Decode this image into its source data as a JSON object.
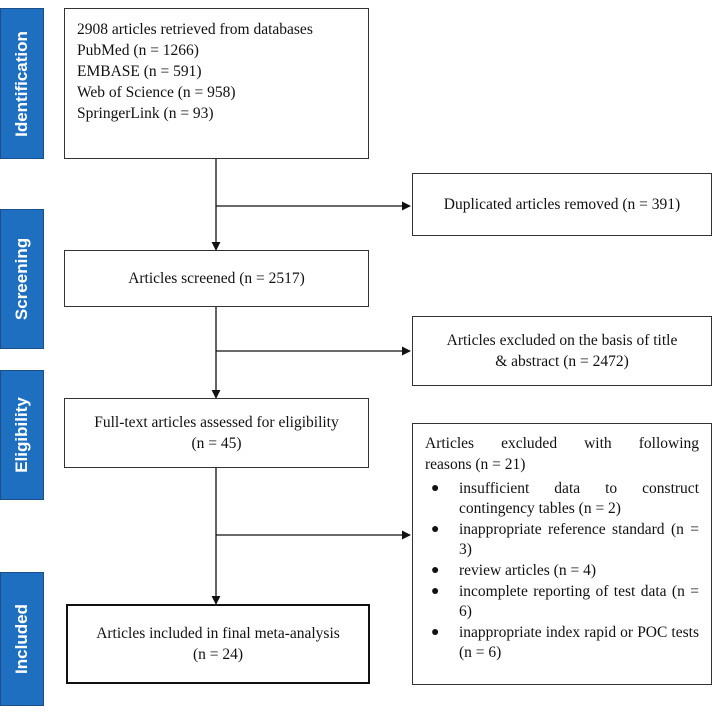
{
  "stages": {
    "identification": "Identification",
    "screening": "Screening",
    "eligibility": "Eligibility",
    "included": "Included"
  },
  "identification": {
    "lines": [
      "2908 articles retrieved from databases",
      "PubMed (n = 1266)",
      "EMBASE (n = 591)",
      "Web of Science (n = 958)",
      "SpringerLink (n = 93)"
    ]
  },
  "duplicates": {
    "text": "Duplicated articles removed (n = 391)"
  },
  "screened": {
    "text": "Articles screened (n = 2517)"
  },
  "excluded_title": {
    "line1": "Articles excluded on the basis of title",
    "line2": "& abstract (n = 2472)"
  },
  "fulltext": {
    "line1": "Full-text articles assessed for eligibility",
    "line2": "(n = 45)"
  },
  "excluded_reasons": {
    "title_line1": "Articles excluded with following",
    "title_line2": "reasons (n = 21)",
    "bullet": "●",
    "items": [
      "insufficient data to construct contingency tables (n = 2)",
      "inappropriate reference standard (n = 3)",
      "review articles (n = 4)",
      "incomplete reporting of test data (n = 6)",
      "inappropriate index rapid or POC tests (n = 6)"
    ]
  },
  "included": {
    "line1": "Articles included in final meta-analysis",
    "line2": "(n = 24)"
  }
}
